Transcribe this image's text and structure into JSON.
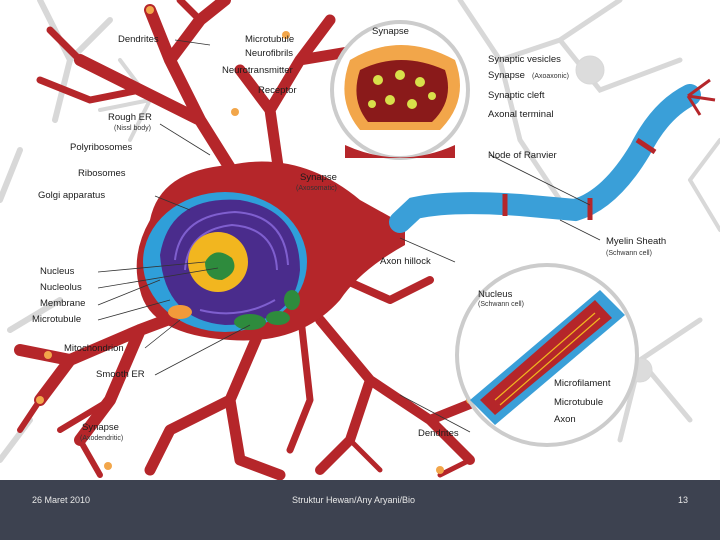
{
  "labels": {
    "dendrites_top": "Dendrites",
    "microtubule": "Microtubule",
    "neurofibrils": "Neurofibrils",
    "neurotransmitter": "Neurotransmitter",
    "receptor": "Receptor",
    "rough_er": "Rough ER",
    "rough_er_sub": "(Nissl body)",
    "polyribosomes": "Polyribosomes",
    "ribosomes": "Ribosomes",
    "golgi": "Golgi apparatus",
    "nucleus": "Nucleus",
    "nucleolus": "Nucleolus",
    "membrane": "Membrane",
    "microtubule_body": "Microtubule",
    "mitochondrion": "Mitochondrion",
    "smooth_er": "Smooth ER",
    "synapse_axodendritic": "Synapse",
    "synapse_axodendritic_sub": "(Axodendritic)",
    "synapse_axosomatic": "Synapse",
    "synapse_axosomatic_sub": "(Axosomatic)",
    "synapse_circle_title": "Synapse",
    "synaptic_vesicles": "Synaptic vesicles",
    "synapse_axoaxonic": "Synapse",
    "synapse_axoaxonic_sub": "(Axoaxonic)",
    "synaptic_cleft": "Synaptic cleft",
    "axonal_terminal": "Axonal terminal",
    "node_of_ranvier": "Node of Ranvier",
    "myelin_sheath": "Myelin Sheath",
    "myelin_sheath_sub": "(Schwann cell)",
    "axon_hillock": "Axon hillock",
    "nucleus_schwann": "Nucleus",
    "nucleus_schwann_sub": "(Schwann cell)",
    "microfilament": "Microfilament",
    "microtubule_axon": "Microtubule",
    "axon": "Axon",
    "dendrites_bottom": "Dendrites"
  },
  "footer": {
    "date": "26 Maret 2010",
    "center": "Struktur Hewan/Any Aryani/Bio",
    "page": "13"
  },
  "colors": {
    "background": "#3d4250",
    "neuron_red": "#b5262a",
    "label_bg": "#ffffff",
    "myelin_blue": "#3a9fd8",
    "nucleus_yellow": "#f2b61f",
    "er_purple": "#4a2c8c"
  }
}
